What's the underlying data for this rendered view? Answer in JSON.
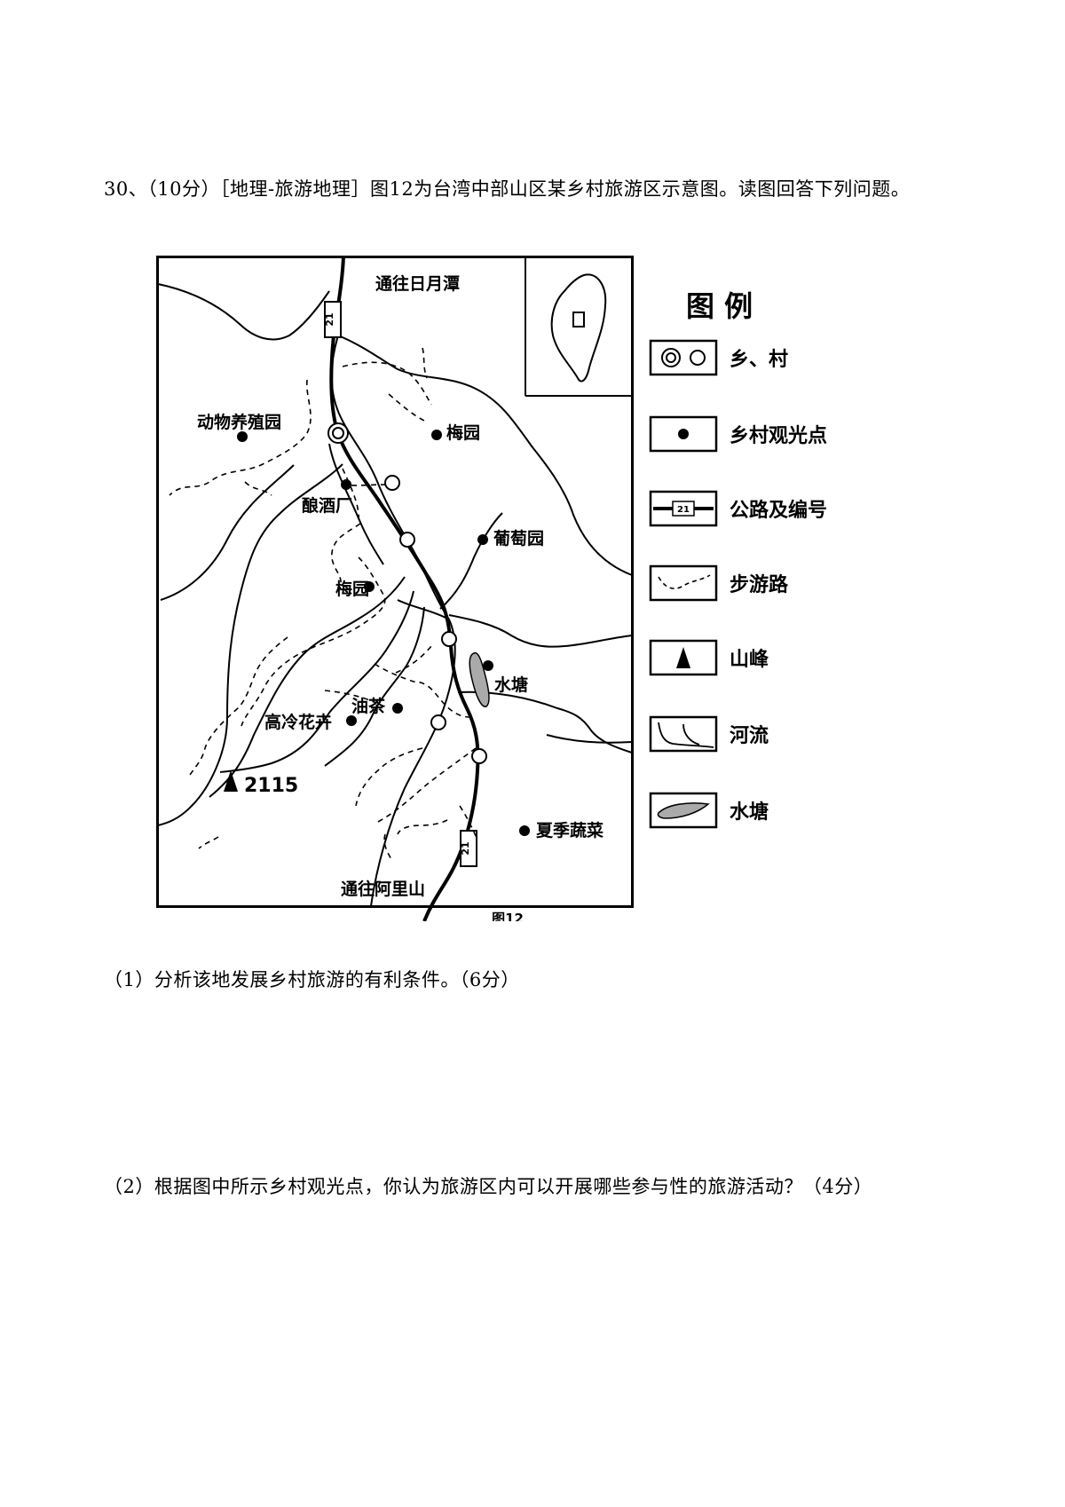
{
  "question": {
    "intro": "30、（10分）［地理-旅游地理］图12为台湾中部山区某乡村旅游区示意图。读图回答下列问题。",
    "sub1": "（1）分析该地发展乡村旅游的有利条件。（6分）",
    "sub2": "（2）根据图中所示乡村观光点，你认为旅游区内可以开展哪些参与性的旅游活动？（4分）"
  },
  "map": {
    "caption": "图12",
    "road_number": "21",
    "labels": {
      "to_sun_moon_lake": "通往日月潭",
      "to_alishan": "通往阿里山",
      "animal_farm": "动物养殖园",
      "plum_garden_ne": "梅园",
      "brewery": "酿酒厂",
      "vineyard": "葡萄园",
      "plum_garden_center": "梅园",
      "pond": "水塘",
      "oil_tea": "油茶",
      "alpine_flowers": "高冷花卉",
      "summer_vegetables": "夏季蔬菜",
      "peak_elevation": "2115"
    }
  },
  "legend": {
    "title": "图 例",
    "items": [
      {
        "icon": "township-village-icon",
        "label": "乡、村"
      },
      {
        "icon": "scenic-spot-icon",
        "label": "乡村观光点"
      },
      {
        "icon": "highway-icon",
        "label": "公路及编号",
        "sample": "21"
      },
      {
        "icon": "trail-icon",
        "label": "步游路"
      },
      {
        "icon": "peak-icon",
        "label": "山峰"
      },
      {
        "icon": "river-icon",
        "label": "河流"
      },
      {
        "icon": "pond-icon",
        "label": "水塘"
      }
    ]
  }
}
